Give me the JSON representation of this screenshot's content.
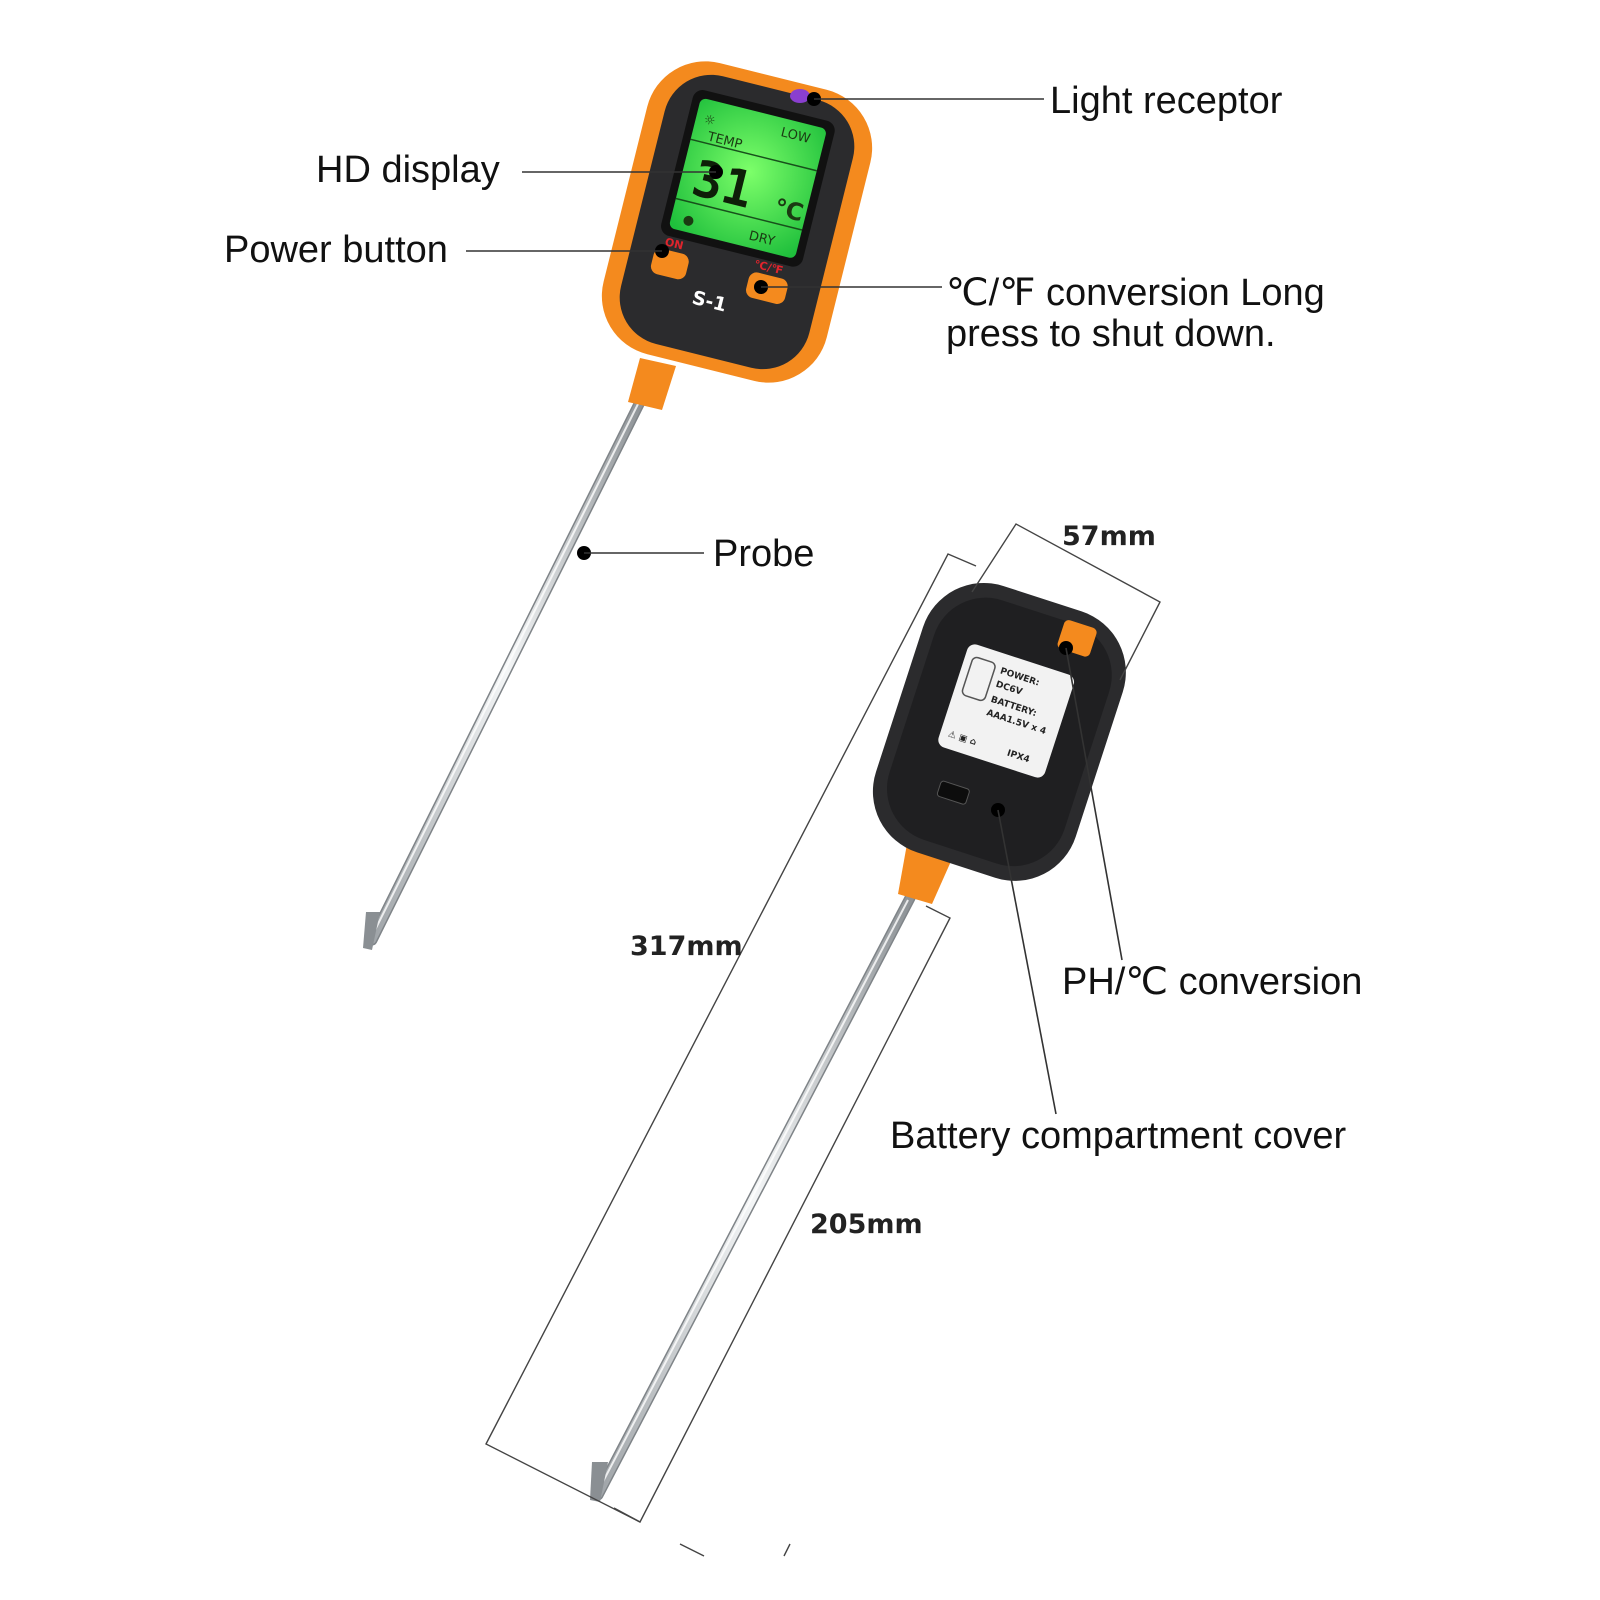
{
  "callouts": {
    "light_receptor": "Light receptor",
    "hd_display": "HD display",
    "power_button": "Power button",
    "conversion_line1": "℃/℉ conversion Long",
    "conversion_line2": "press to shut down.",
    "probe": "Probe",
    "ph_conversion": "PH/℃ conversion",
    "battery_cover": "Battery compartment cover"
  },
  "dimensions": {
    "width": "57mm",
    "total_length": "317mm",
    "probe_length": "205mm"
  },
  "device_front": {
    "lcd_top_left": "LOW",
    "lcd_label": "TEMP",
    "lcd_reading": "31",
    "lcd_unit": "℃",
    "lcd_bottom": "DRY",
    "power_btn_label": "ON",
    "unit_btn_label": "℃/℉",
    "model": "S-1"
  },
  "device_back": {
    "label_lines": [
      "POWER:",
      "DC6V",
      "BATTERY:",
      "AAA1.5V x 4",
      "IPX4"
    ]
  },
  "colors": {
    "body_orange": "#f48a1e",
    "body_dark": "#2b2b2d",
    "lcd_green": "#34d84a",
    "probe_silver": "#cfd3d6"
  }
}
